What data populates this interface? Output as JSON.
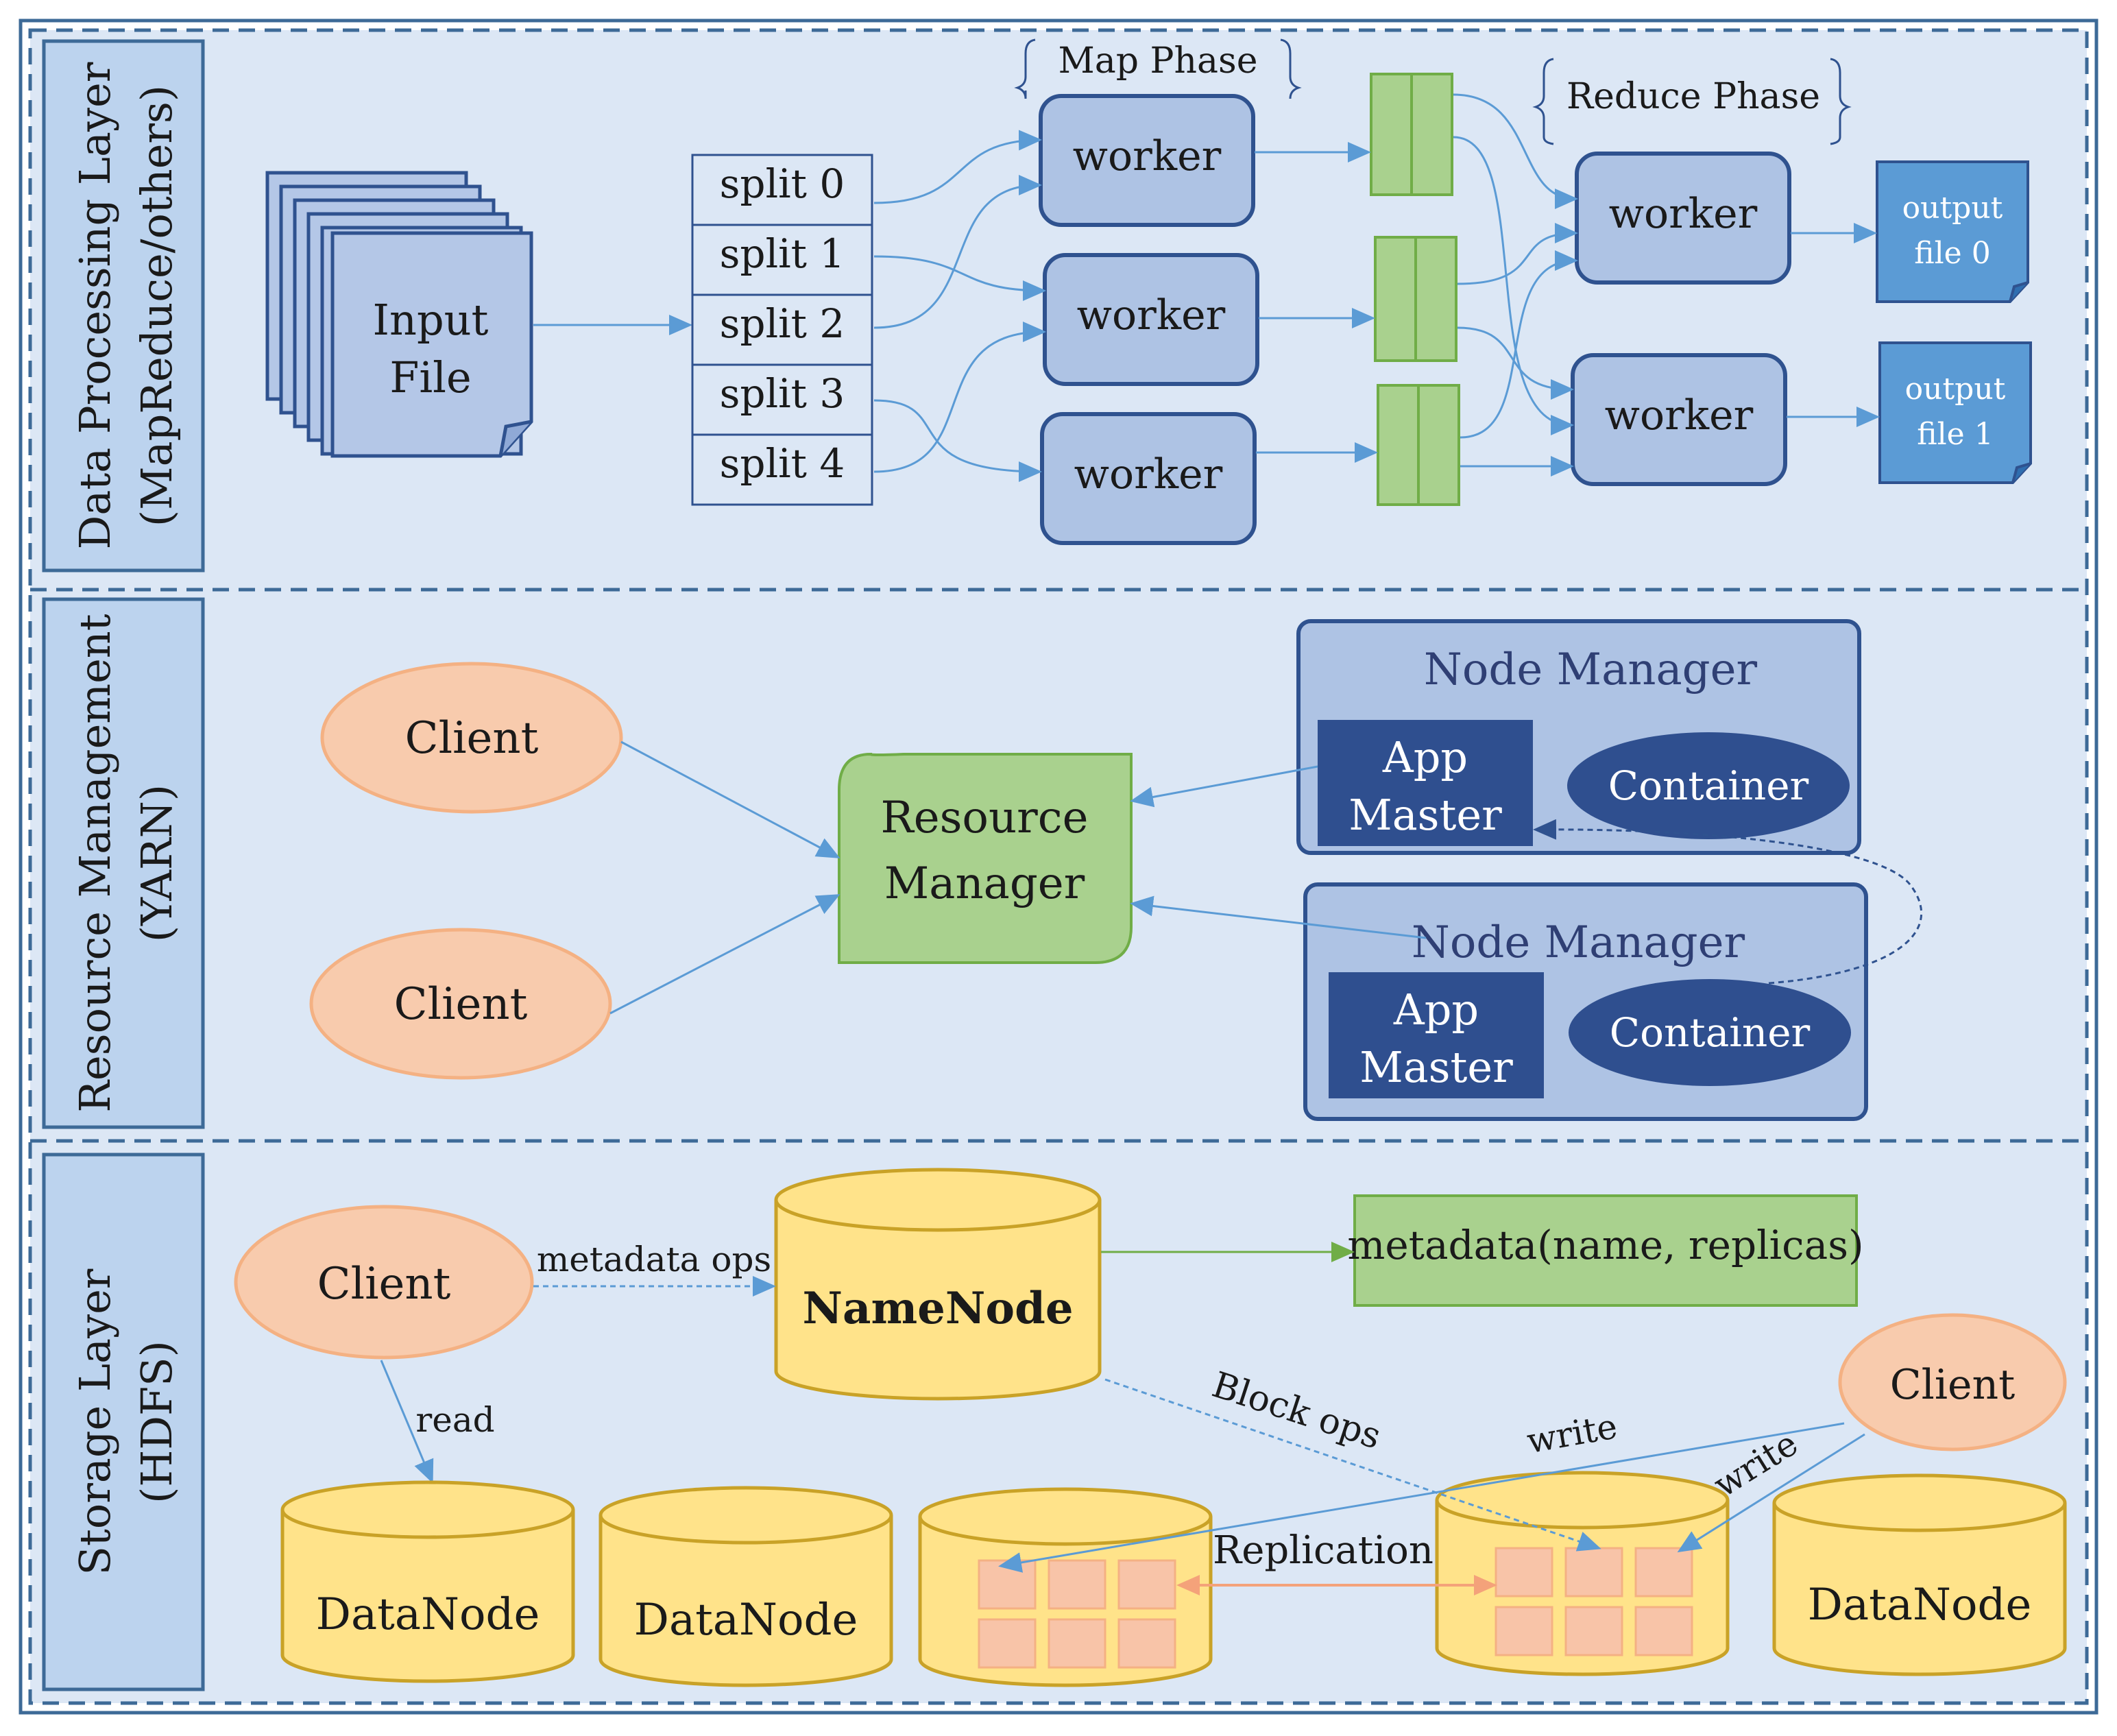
{
  "layers": {
    "processing": {
      "line1": "Data Processing Layer",
      "line2": "(MapReduce/others)"
    },
    "resource": {
      "line1": "Resource Management",
      "line2": "(YARN)"
    },
    "storage": {
      "line1": "Storage Layer",
      "line2": "(HDFS)"
    }
  },
  "mapreduce": {
    "input_file": [
      "Input",
      "File"
    ],
    "splits": [
      "split 0",
      "split 1",
      "split 2",
      "split 3",
      "split 4"
    ],
    "map_phase": "Map Phase",
    "reduce_phase": "Reduce Phase",
    "map_workers": [
      "worker",
      "worker",
      "worker"
    ],
    "reduce_workers": [
      "worker",
      "worker"
    ],
    "outputs": [
      [
        "output",
        "file 0"
      ],
      [
        "output",
        "file 1"
      ]
    ]
  },
  "yarn": {
    "clients": [
      "Client",
      "Client"
    ],
    "resource_manager": [
      "Resource",
      "Manager"
    ],
    "node_managers": [
      {
        "title": "Node Manager",
        "app_master": [
          "App",
          "Master"
        ],
        "container": "Container"
      },
      {
        "title": "Node Manager",
        "app_master": [
          "App",
          "Master"
        ],
        "container": "Container"
      }
    ]
  },
  "hdfs": {
    "client_left": "Client",
    "client_right": "Client",
    "namenode": "NameNode",
    "metadata": "metadata(name, replicas)",
    "edge_metadata_ops": "metadata ops",
    "edge_read": "read",
    "edge_block_ops": "Block ops",
    "edge_write_1": "write",
    "edge_write_2": "write",
    "edge_replication": "Replication",
    "datanodes": [
      "DataNode",
      "DataNode",
      "",
      "",
      "DataNode"
    ]
  },
  "colors": {
    "panel_bg": "#dce7f5",
    "panel_border": "#3d6a97",
    "block_fill": "#aec3e4",
    "block_border": "#2f528f",
    "dark_blue": "#2f4f8f",
    "output_blue": "#5b9bd5",
    "green_fill": "#a9d18e",
    "green_border": "#70ad47",
    "client_fill": "#f8cbad",
    "client_border": "#f4b183",
    "cyl_fill": "#ffe38a",
    "cyl_border": "#c9a227",
    "block_cell": "#f8c4a8",
    "arrow_blue": "#5b9bd5",
    "arrow_orange": "#f4a27a"
  }
}
